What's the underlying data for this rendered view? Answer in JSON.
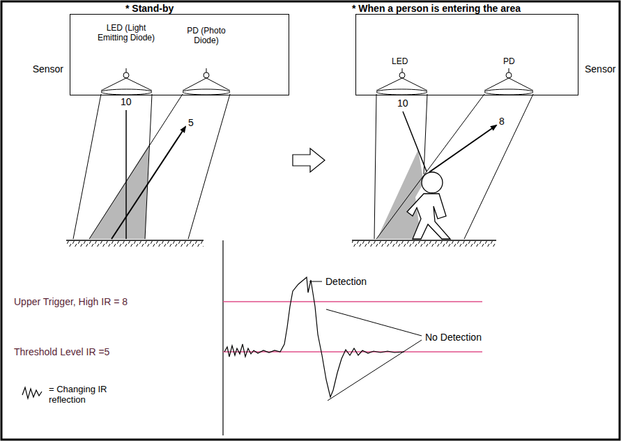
{
  "diagram": {
    "nodes": [
      {
        "text": [
          "Sensor"
        ]
      },
      {
        "text": [
          "Sensor"
        ]
      }
    ],
    "labels": [
      "* Stand-by",
      "LED (Light Emitting Diode)",
      "PD (Photo Diode)",
      "10",
      "5",
      "* When a person is entering the area",
      "LED",
      "PD",
      "10",
      "8",
      "Upper Trigger, High IR = 8",
      "Threshold Level IR =5",
      "Detection",
      "No Detection",
      "= Changing IR reflection"
    ]
  }
}
